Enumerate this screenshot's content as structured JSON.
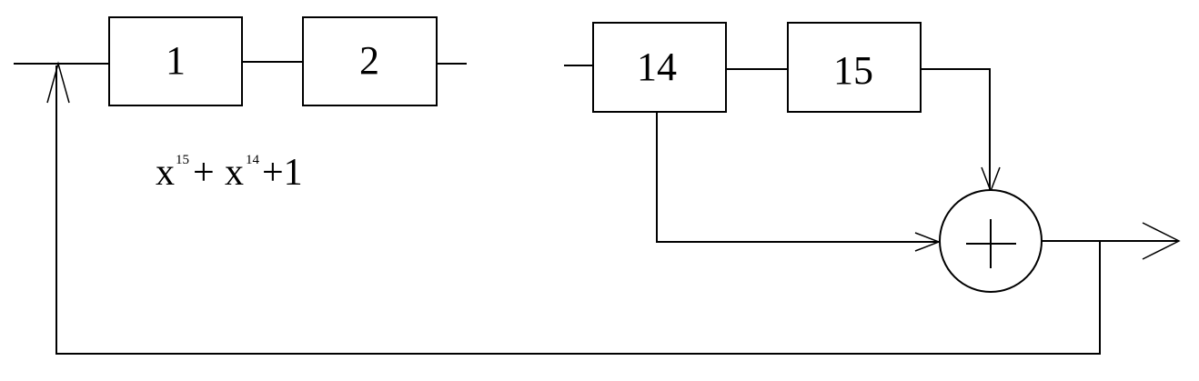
{
  "blocks": {
    "b1": "1",
    "b2": "2",
    "b14": "14",
    "b15": "15"
  },
  "polynomial": {
    "term1_base": "x",
    "term1_exp": "15",
    "plus1": "+",
    "term2_base": "x",
    "term2_exp": "14",
    "tail": "+1"
  },
  "colors": {
    "stroke": "#000000",
    "background": "#ffffff"
  },
  "icons": {
    "adder": "xor-adder-icon"
  }
}
